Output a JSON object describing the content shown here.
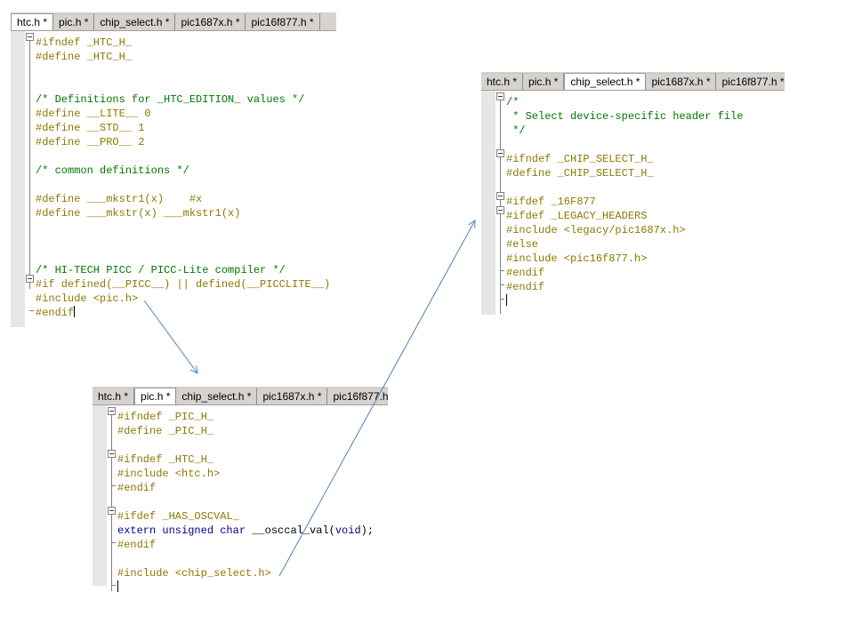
{
  "tabs": [
    "htc.h *",
    "pic.h *",
    "chip_select.h *",
    "pic1687x.h *",
    "pic16f877.h *"
  ],
  "windows": {
    "htc": {
      "active_tab": 0,
      "lines": [
        [
          [
            "pp",
            "#ifndef _HTC_H_"
          ]
        ],
        [
          [
            "pp",
            "#define _HTC_H_"
          ]
        ],
        [],
        [],
        [
          [
            "cm",
            "/* Definitions for _HTC_EDITION_ values */"
          ]
        ],
        [
          [
            "pp",
            "#define __LITE__ 0"
          ]
        ],
        [
          [
            "pp",
            "#define __STD__ 1"
          ]
        ],
        [
          [
            "pp",
            "#define __PRO__ 2"
          ]
        ],
        [],
        [
          [
            "cm",
            "/* common definitions */"
          ]
        ],
        [],
        [
          [
            "pp",
            "#define ___mkstr1(x)    #x"
          ]
        ],
        [
          [
            "pp",
            "#define ___mkstr(x) ___mkstr1(x)"
          ]
        ],
        [],
        [],
        [],
        [
          [
            "cm",
            "/* HI-TECH PICC / PICC-Lite compiler */"
          ]
        ],
        [
          [
            "pp",
            "#if defined(__PICC__) || defined(__PICCLITE__)"
          ]
        ],
        [
          [
            "pp",
            "#include <pic.h>"
          ]
        ],
        [
          [
            "pp",
            "#endif"
          ]
        ]
      ]
    },
    "pic": {
      "active_tab": 1,
      "lines": [
        [
          [
            "pp",
            "#ifndef _PIC_H_"
          ]
        ],
        [
          [
            "pp",
            "#define _PIC_H_"
          ]
        ],
        [],
        [
          [
            "pp",
            "#ifndef _HTC_H_"
          ]
        ],
        [
          [
            "pp",
            "#include <htc.h>"
          ]
        ],
        [
          [
            "pp",
            "#endif"
          ]
        ],
        [],
        [
          [
            "pp",
            "#ifdef _HAS_OSCVAL_"
          ]
        ],
        [
          [
            "kw",
            "extern unsigned char"
          ],
          [
            "tx",
            " __osccal_val("
          ],
          [
            "kw",
            "void"
          ],
          [
            "tx",
            ");"
          ]
        ],
        [
          [
            "pp",
            "#endif"
          ]
        ],
        [],
        [
          [
            "pp",
            "#include <chip_select.h>"
          ]
        ],
        []
      ]
    },
    "chip": {
      "active_tab": 2,
      "lines": [
        [
          [
            "cm",
            "/*"
          ]
        ],
        [
          [
            "cm",
            " * Select device-specific header file"
          ]
        ],
        [
          [
            "cm",
            " */"
          ]
        ],
        [],
        [
          [
            "pp",
            "#ifndef _CHIP_SELECT_H_"
          ]
        ],
        [
          [
            "pp",
            "#define _CHIP_SELECT_H_"
          ]
        ],
        [],
        [
          [
            "pp",
            "#ifdef _16F877"
          ]
        ],
        [
          [
            "pp",
            "#ifdef _LEGACY_HEADERS"
          ]
        ],
        [
          [
            "pp",
            "#include <legacy/pic1687x.h>"
          ]
        ],
        [
          [
            "pp",
            "#else"
          ]
        ],
        [
          [
            "pp",
            "#include <pic16f877.h>"
          ]
        ],
        [
          [
            "pp",
            "#endif"
          ]
        ],
        [
          [
            "pp",
            "#endif"
          ]
        ],
        []
      ]
    }
  }
}
